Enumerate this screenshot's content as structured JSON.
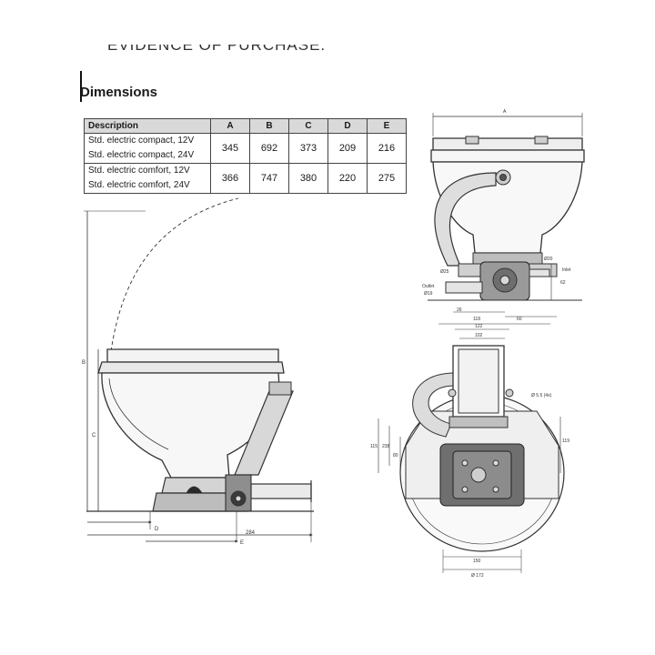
{
  "top_text": "EVIDENCE OF PURCHASE.",
  "heading": "Dimensions",
  "table": {
    "headers": [
      "Description",
      "A",
      "B",
      "C",
      "D",
      "E"
    ],
    "rows": [
      {
        "desc1": "Std. electric compact, 12V",
        "desc2": "Std. electric compact, 24V",
        "values": [
          "345",
          "692",
          "373",
          "209",
          "216"
        ]
      },
      {
        "desc1": "Std. electric comfort, 12V",
        "desc2": "Std. electric comfort, 24V",
        "values": [
          "366",
          "747",
          "380",
          "220",
          "275"
        ]
      }
    ]
  },
  "drawing_labels": {
    "A": "A",
    "B": "B",
    "C": "C",
    "D": "D",
    "E": "E",
    "d_284": "284",
    "d_118": "118",
    "d_60": "60",
    "d_26": "26",
    "d_62": "62",
    "d_d25": "Ø25",
    "d_d19": "Ø19",
    "d_d20": "Ø20",
    "outlet": "Outlet",
    "inlet": "Inlet",
    "d_122": "122",
    "d_102": "102",
    "d_d5": "Ø 5.5 (4x)",
    "d_238": "238",
    "d_80": "80",
    "d_115": "115",
    "d_119": "119",
    "d_150": "150",
    "d_d172": "Ø 172"
  }
}
